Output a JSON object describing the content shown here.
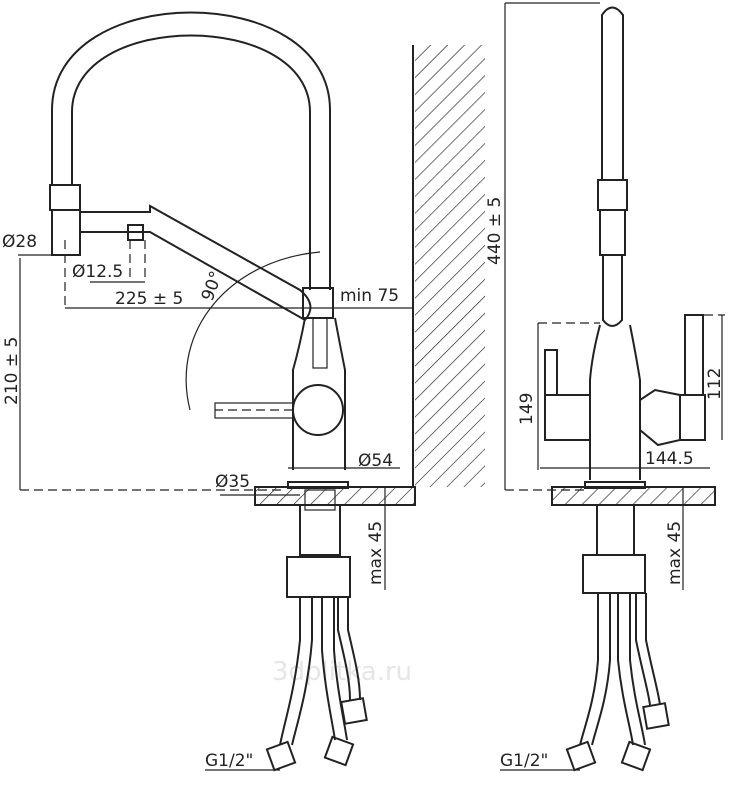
{
  "watermark": "3dplitka.ru",
  "side_view": {
    "dimensions": {
      "spout_diameter": "Ø28",
      "aerator_diameter": "Ø12.5",
      "reach": "225 ± 5",
      "swivel_angle": "90°",
      "wall_clearance": "min 75",
      "spout_height": "210 ± 5",
      "body_diameter": "Ø54",
      "hole_diameter": "Ø35",
      "counter_thickness": "max 45",
      "connection": "G1/2\""
    }
  },
  "front_view": {
    "dimensions": {
      "total_height": "440 ± 5",
      "left_handle_height": "149",
      "right_handle_height": "112",
      "handle_span": "144.5",
      "counter_thickness": "max 45",
      "connection": "G1/2\""
    }
  }
}
